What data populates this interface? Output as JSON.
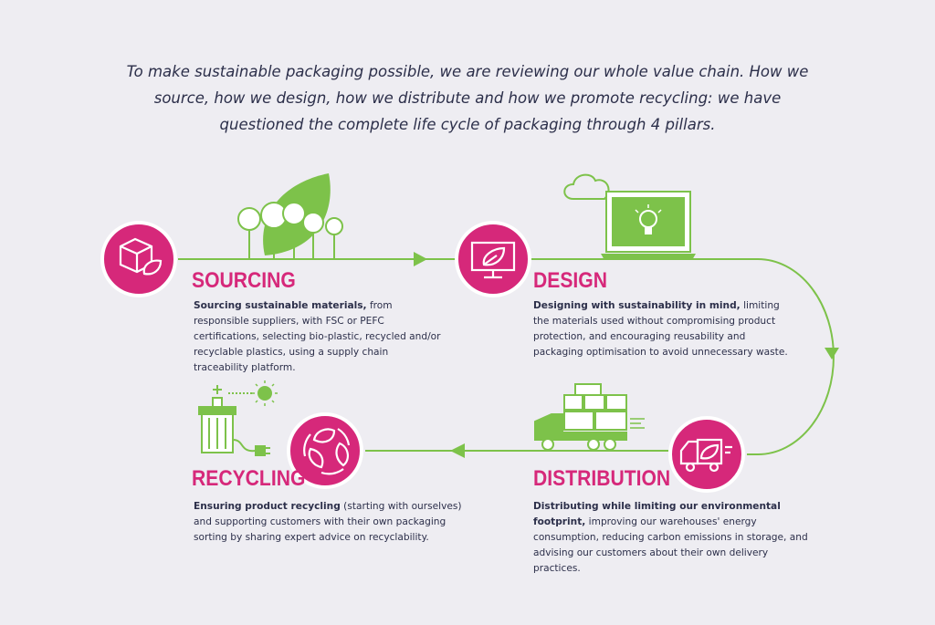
{
  "intro": "To make sustainable packaging possible, we are reviewing our whole value chain. How we source, how we design, how we distribute and how we promote recycling: we have questioned the complete life cycle of packaging through 4 pillars.",
  "colors": {
    "pink": "#d6287a",
    "green": "#7dc24a",
    "text": "#2c2f4a",
    "background": "#eeedf2"
  },
  "pillars": [
    {
      "title": "SOURCING",
      "lead": "Sourcing sustainable materials,",
      "body": " from responsible suppliers, with FSC or PEFC certifications, selecting bio-plastic, recycled and/or recyclable plastics, using a supply chain traceability platform.",
      "icon": "box-leaf-icon"
    },
    {
      "title": "DESIGN",
      "lead": "Designing with sustainability in mind,",
      "body": " limiting the materials used without compromising product protection, and encouraging reusability and packaging optimisation to avoid unnecessary waste.",
      "icon": "monitor-leaf-icon"
    },
    {
      "title": "DISTRIBUTION",
      "lead": "Distributing while limiting our environmental footprint,",
      "body": " improving our warehouses' energy consumption, reducing carbon emissions in storage, and advising our customers about their own delivery practices.",
      "icon": "delivery-truck-leaf-icon"
    },
    {
      "title": "RECYCLING",
      "lead": "Ensuring product recycling",
      "body": " (starting with ourselves) and supporting customers with their own packaging sorting by sharing expert advice on recyclability.",
      "icon": "recycle-leaves-icon"
    }
  ]
}
